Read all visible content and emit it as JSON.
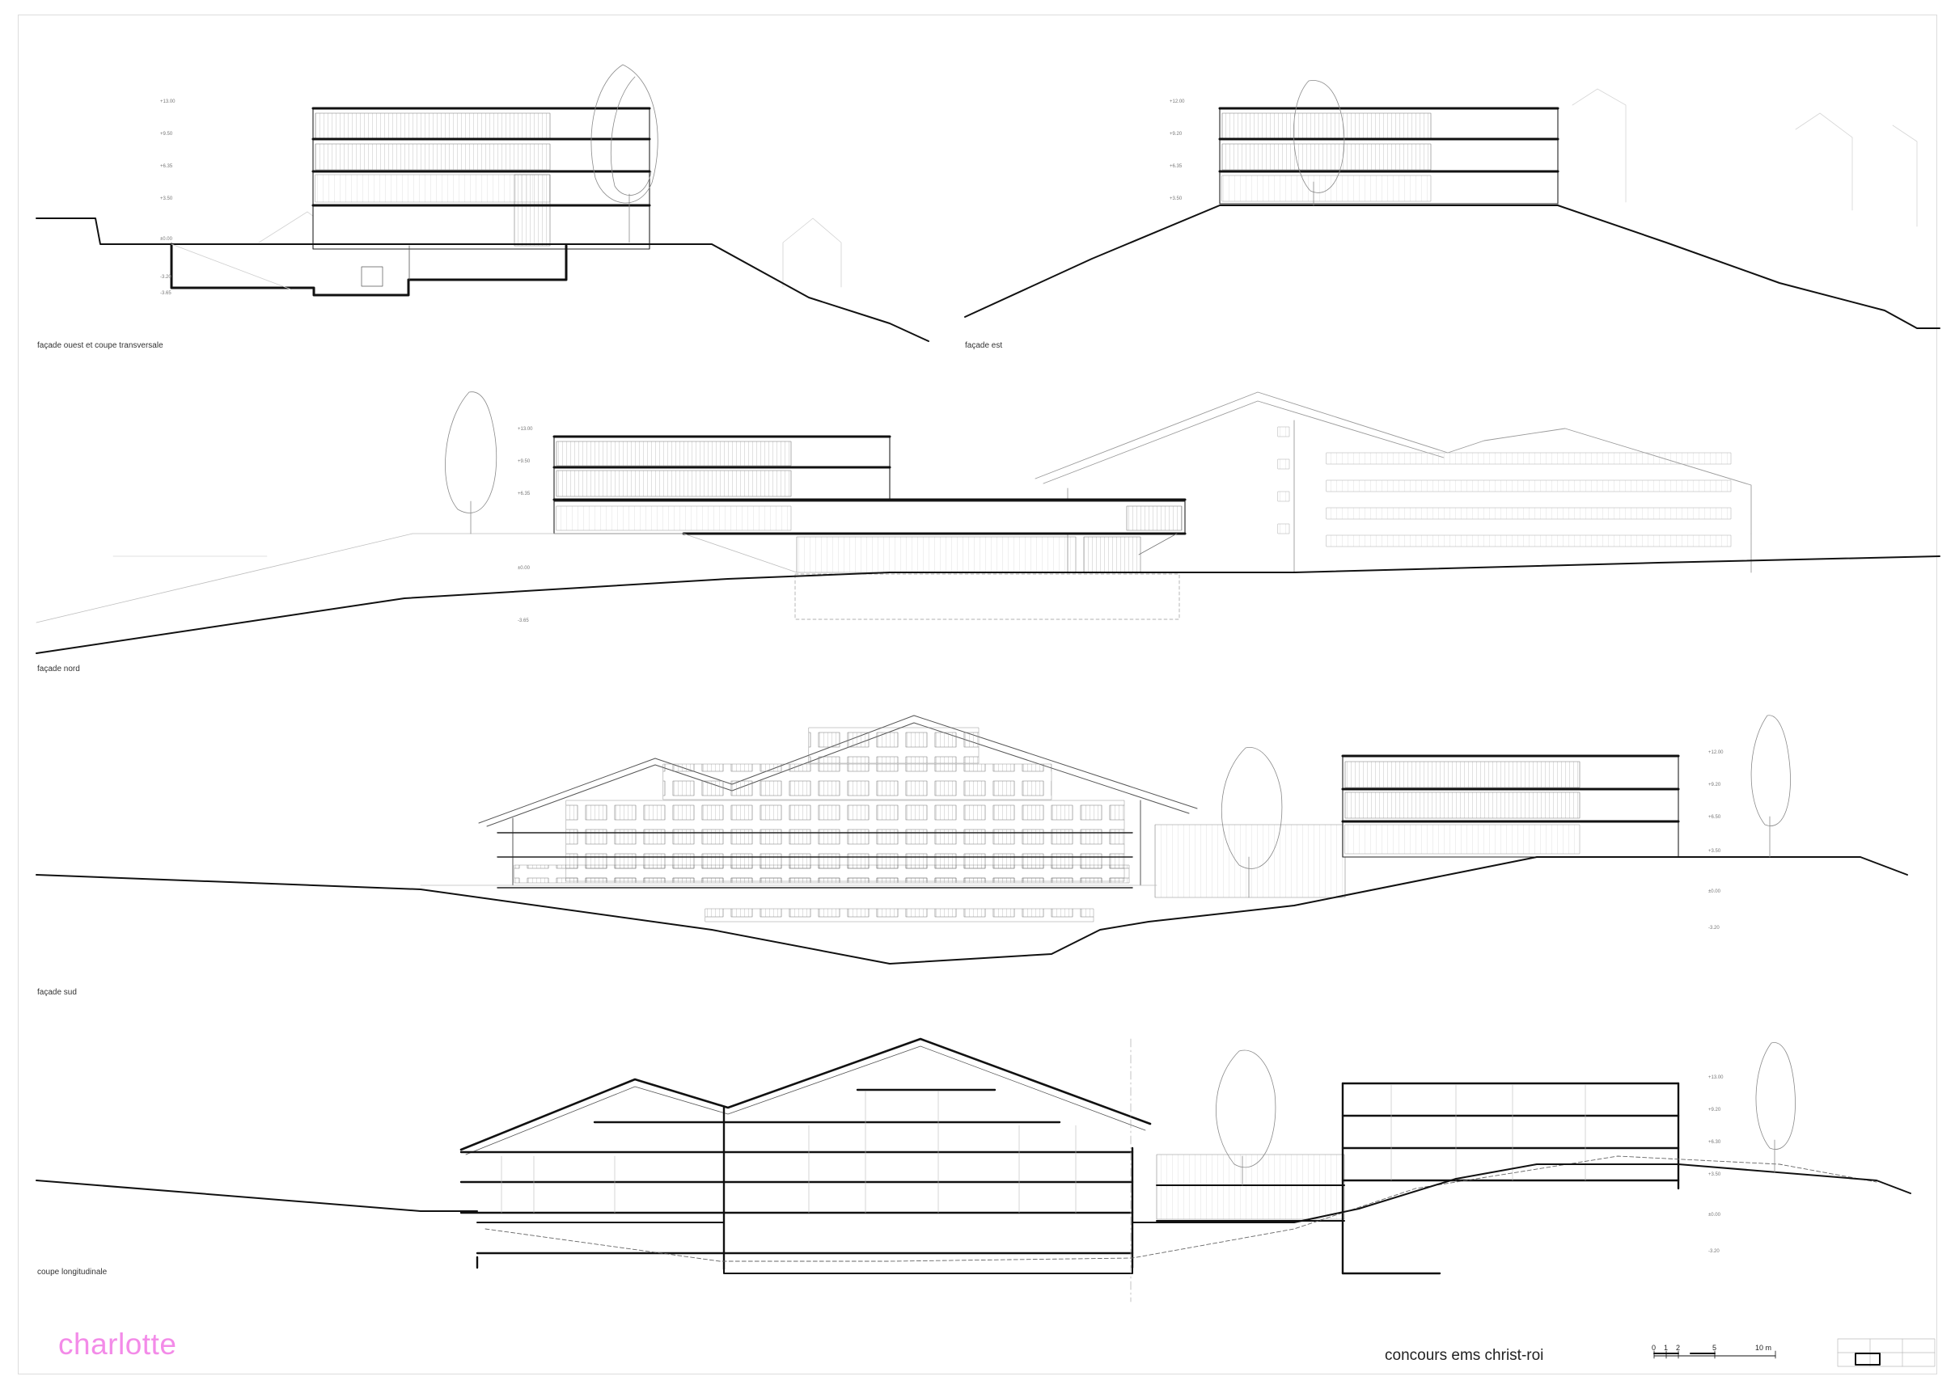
{
  "sheet": {
    "logo": "charlotte",
    "title": "concours ems christ-roi",
    "colors": {
      "logo": "#f38be8",
      "ink": "#111111",
      "hatch": "#9a9a9a",
      "context": "#cfcfcf"
    }
  },
  "captions": {
    "west": "façade ouest et coupe transversale",
    "east": "façade est",
    "north": "façade nord",
    "south": "façade sud",
    "longitudinal": "coupe longitudinale"
  },
  "scale_bar": {
    "labels": [
      "0",
      "1",
      "2",
      "5",
      "10 m"
    ]
  },
  "levels": {
    "west": [
      "+13.00",
      "+9.50",
      "+6.35",
      "+3.50",
      "±0.00",
      "-3.20",
      "-3.65"
    ],
    "east": [
      "+12.00",
      "+9.20",
      "+6.35",
      "+3.50"
    ],
    "north": [
      "+13.00",
      "+9.50",
      "+6.35",
      "±0.00",
      "-3.65"
    ],
    "south": [
      "+12.00",
      "+9.20",
      "+6.50",
      "+3.50",
      "±0.00",
      "-3.20"
    ],
    "longitudinal": [
      "+13.00",
      "+9.20",
      "+6.30",
      "+3.50",
      "±0.00",
      "-3.20"
    ]
  }
}
